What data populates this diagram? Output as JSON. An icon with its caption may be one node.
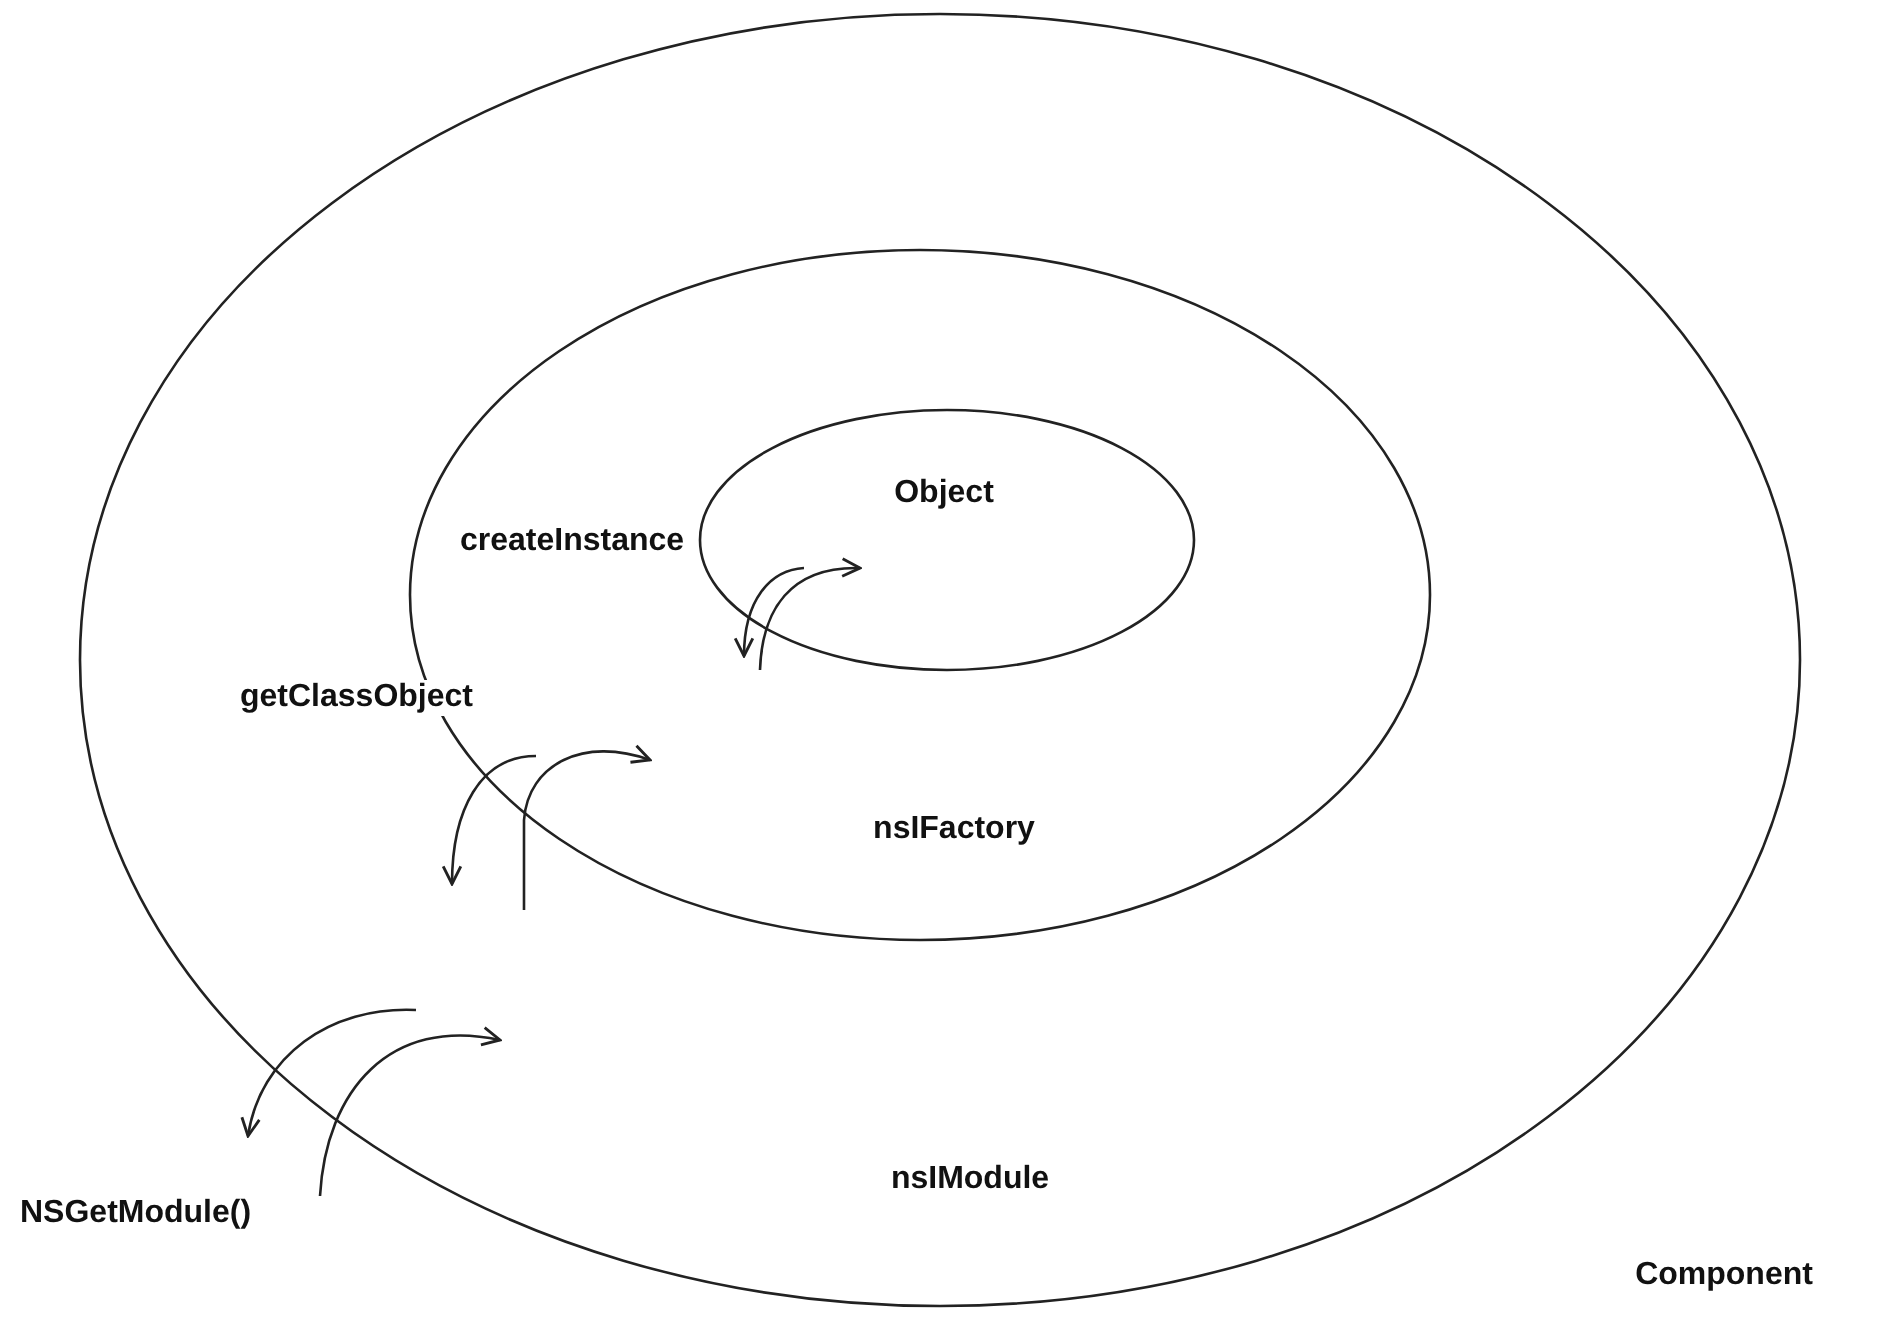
{
  "diagram": {
    "nodes": [
      {
        "text": [
          "nsIModule",
          "Component"
        ]
      },
      {
        "text": [
          "nsIFactory"
        ],
        "in": 0
      },
      {
        "text": [
          "Object"
        ],
        "in": 1
      }
    ],
    "labels": [
      "createInstance",
      "getClassObject",
      "NSGetModule()"
    ]
  }
}
